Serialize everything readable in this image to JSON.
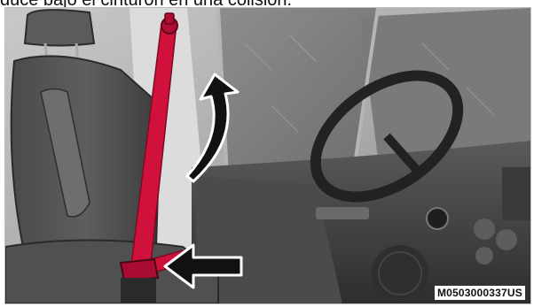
{
  "caption": "duce bajo el cinturón en una colisión.",
  "figure": {
    "code": "M0503000337US",
    "subject": "seatbelt-illustration"
  },
  "colors": {
    "belt": "#d0113b",
    "arrow_fill": "#111111",
    "arrow_outline": "#ffffff",
    "interior_dark": "#3a3a3a",
    "interior_light": "#d6d6d6"
  },
  "icons": {
    "curved_arrow": "curved-up-arrow-icon",
    "straight_arrow": "left-arrow-icon"
  }
}
